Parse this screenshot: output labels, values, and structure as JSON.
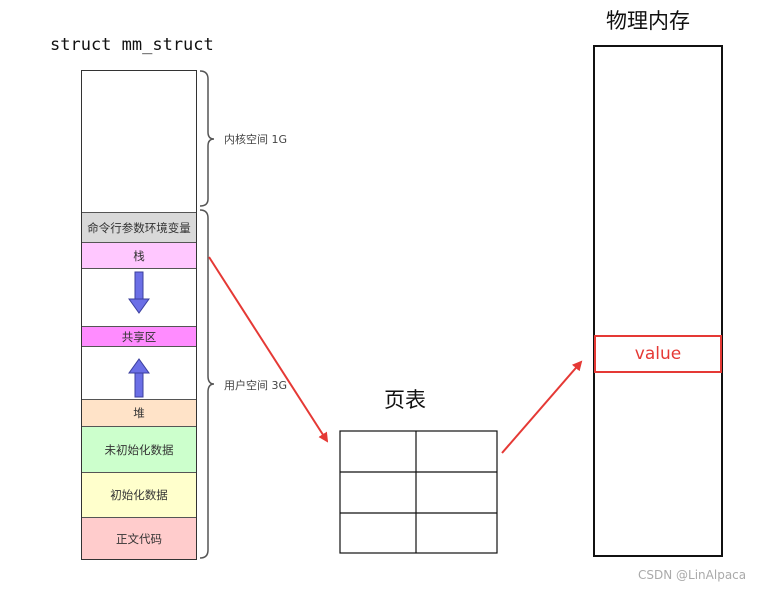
{
  "mm_struct": {
    "title": "struct mm_struct",
    "segments": [
      {
        "key": "env",
        "label": "命令行参数环境变量",
        "color": "#d9d9d9"
      },
      {
        "key": "stack",
        "label": "栈",
        "color": "#ffc7ff"
      },
      {
        "key": "shared",
        "label": "共享区",
        "color": "#ff8cff"
      },
      {
        "key": "heap",
        "label": "堆",
        "color": "#ffe3c8"
      },
      {
        "key": "bss",
        "label": "未初始化数据",
        "color": "#ccffcc"
      },
      {
        "key": "data",
        "label": "初始化数据",
        "color": "#ffffcc"
      },
      {
        "key": "text",
        "label": "正文代码",
        "color": "#ffcccc"
      }
    ],
    "kernel_label": "内核空间 1G",
    "user_label": "用户空间 3G",
    "arrow_color": "#6b6fe6"
  },
  "page_table": {
    "title": "页表",
    "rows": 3,
    "cols": 2
  },
  "physical_memory": {
    "title": "物理内存",
    "value_label": "value",
    "highlight_color": "#e53935"
  },
  "watermark": "CSDN @LinAlpaca"
}
